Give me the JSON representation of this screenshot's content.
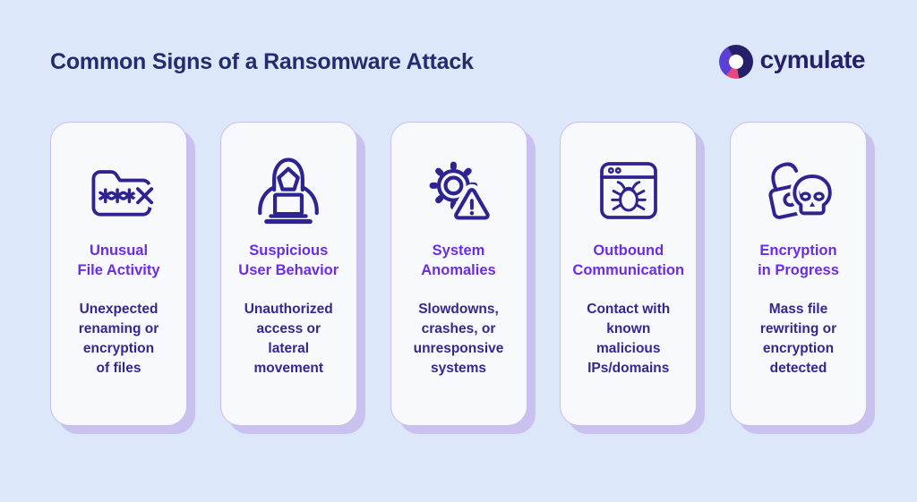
{
  "header": {
    "title": "Common Signs of a Ransomware Attack",
    "brand": "cymulate"
  },
  "colors": {
    "page_background": "#dce7f9",
    "card_background": "#f8f9fd",
    "card_border": "#c9bdf1",
    "card_shadow": "#c9c2ee",
    "heading_text": "#232c6d",
    "card_title_text": "#6b2ce5",
    "card_body_text": "#33288f",
    "icon_stroke": "#2e2490",
    "logo_navy": "#262069",
    "logo_violet": "#5b3fd6",
    "logo_pink": "#e9487c"
  },
  "cards": [
    {
      "icon": "folder-asterisks-x-icon",
      "title": "Unusual\nFile Activity",
      "description": "Unexpected\nrenaming or\nencryption\nof files"
    },
    {
      "icon": "hooded-hacker-laptop-icon",
      "title": "Suspicious\nUser Behavior",
      "description": "Unauthorized\naccess or\nlateral\nmovement"
    },
    {
      "icon": "gear-warning-icon",
      "title": "System\nAnomalies",
      "description": "Slowdowns,\ncrashes, or\nunresponsive\nsystems"
    },
    {
      "icon": "browser-bug-icon",
      "title": "Outbound\nCommunication",
      "description": "Contact with\nknown\nmalicious\nIPs/domains"
    },
    {
      "icon": "lock-skull-icon",
      "title": "Encryption\nin Progress",
      "description": "Mass file\nrewriting or\nencryption\ndetected"
    }
  ]
}
